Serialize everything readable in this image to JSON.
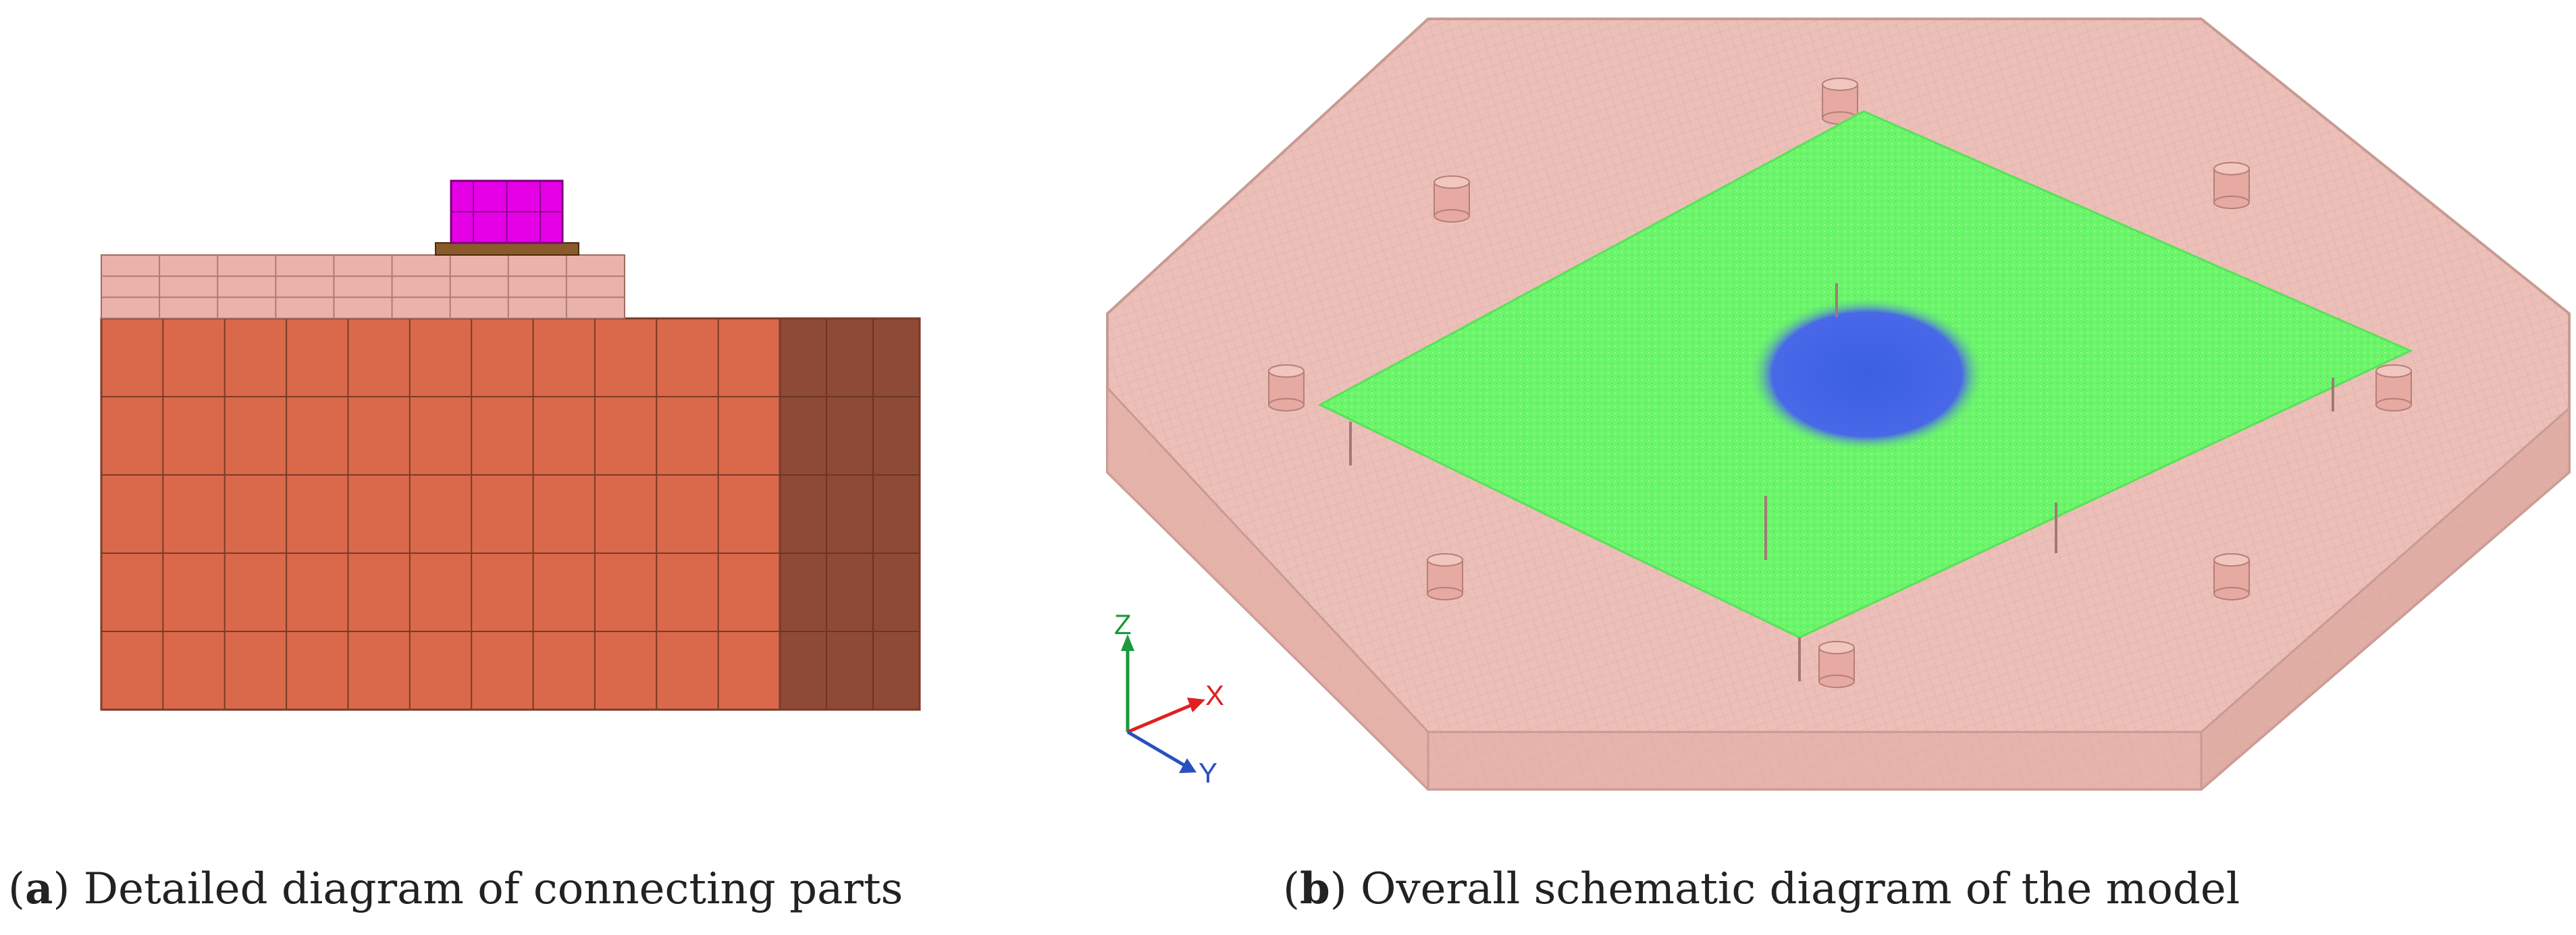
{
  "panel_a": {
    "caption_letter": "a",
    "caption_text": "Detailed diagram of connecting parts"
  },
  "panel_b": {
    "caption_letter": "b",
    "caption_text": "Overall schematic diagram of the model",
    "axis_labels": {
      "x": "X",
      "y": "Y",
      "z": "Z"
    }
  },
  "colors": {
    "base_block": "#d9694a",
    "base_block_side": "#8e4a36",
    "mesh_line": "#7a3a28",
    "plate": "#e9b3ac",
    "bolt_head": "#e600e6",
    "washer": "#8b5a2b",
    "frame": "#e8b8b0",
    "frame_edge": "#c79b93",
    "membrane_green": "#6bf56b",
    "membrane_blue": "#3a5fe0",
    "axis_x": "#e02020",
    "axis_y": "#2a4fc0",
    "axis_z": "#1a9a3a"
  }
}
